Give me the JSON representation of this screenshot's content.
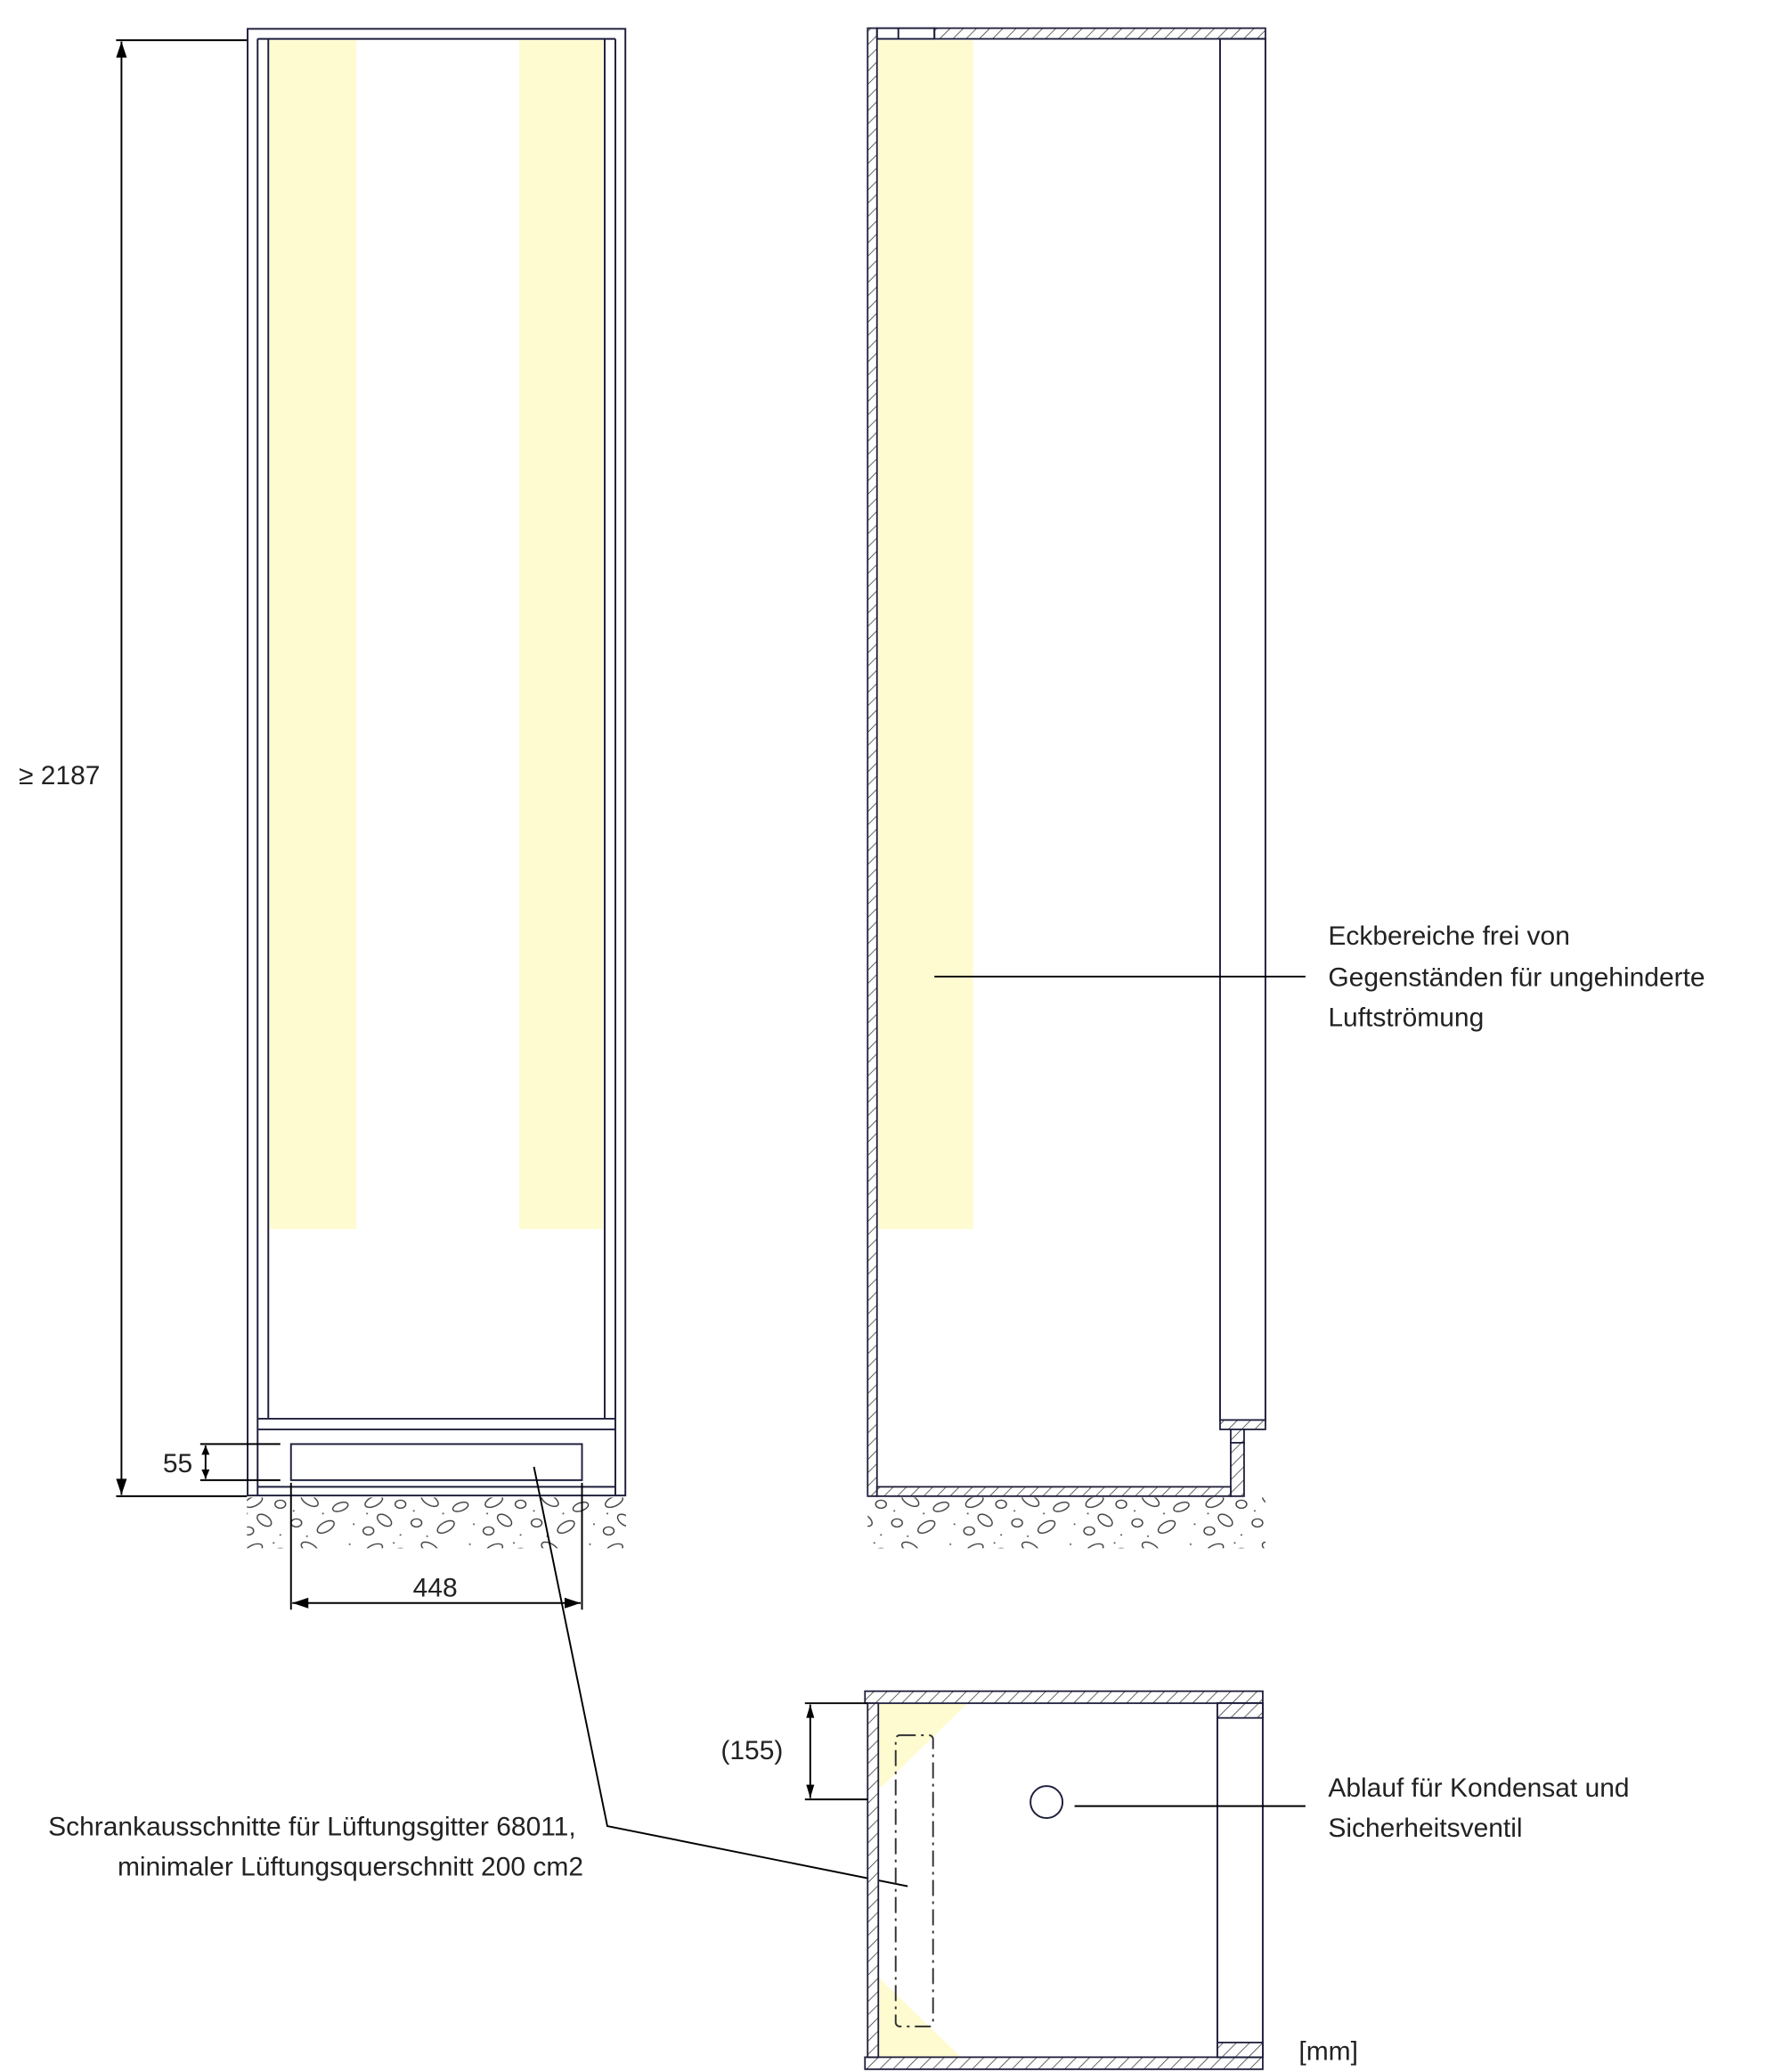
{
  "colors": {
    "line": "#1e1e3c",
    "airflow_zone": "#fffbd0",
    "background": "#ffffff"
  },
  "dimensions": {
    "min_height": "≥ 2187",
    "plinth_cutout_height": "55",
    "plinth_cutout_width": "448",
    "plan_offset": "(155)"
  },
  "annotations": {
    "corner_areas": [
      "Eckbereiche frei von",
      "Gegenständen für ungehinderte",
      "Luftströmung"
    ],
    "cabinet_cutouts": [
      "Schrankausschnitte für Lüftungsgitter 68011,",
      "minimaler Lüftungsquerschnitt 200 cm2"
    ],
    "drain": [
      "Ablauf für Kondensat und",
      "Sicherheitsventil"
    ]
  },
  "unit": "[mm]"
}
